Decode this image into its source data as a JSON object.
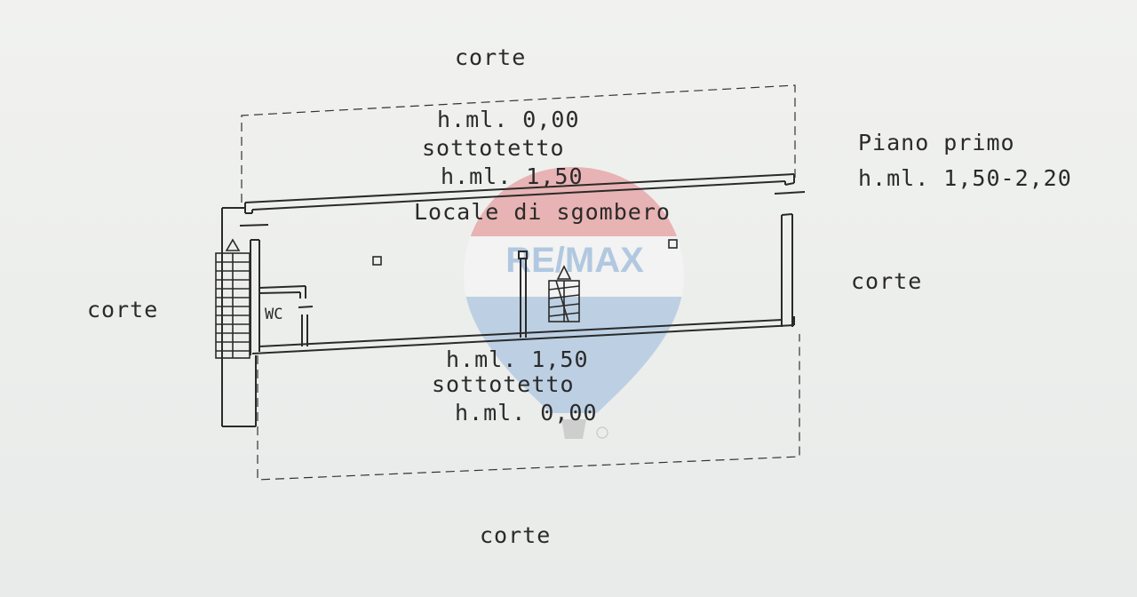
{
  "plan": {
    "surroundings": {
      "top": "corte",
      "bottom": "corte",
      "left": "corte",
      "right": "corte"
    },
    "floor": {
      "name": "Piano primo",
      "height": "h.ml. 1,50-2,20"
    },
    "attic_top": {
      "height_outer": "h.ml. 0,00",
      "label": "sottotetto",
      "height_inner": "h.ml. 1,50"
    },
    "attic_bottom": {
      "height_inner": "h.ml. 1,50",
      "label": "sottotetto",
      "height_outer": "h.ml. 0,00"
    },
    "room_main": "Locale di sgombero",
    "room_wc": "WC"
  },
  "watermark": {
    "brand": "RE/MAX",
    "colors": {
      "red": "#dc3c41",
      "blue": "#5a8fce"
    }
  },
  "colors": {
    "ink": "#2a2a2a",
    "paper": "#eef0ee"
  }
}
